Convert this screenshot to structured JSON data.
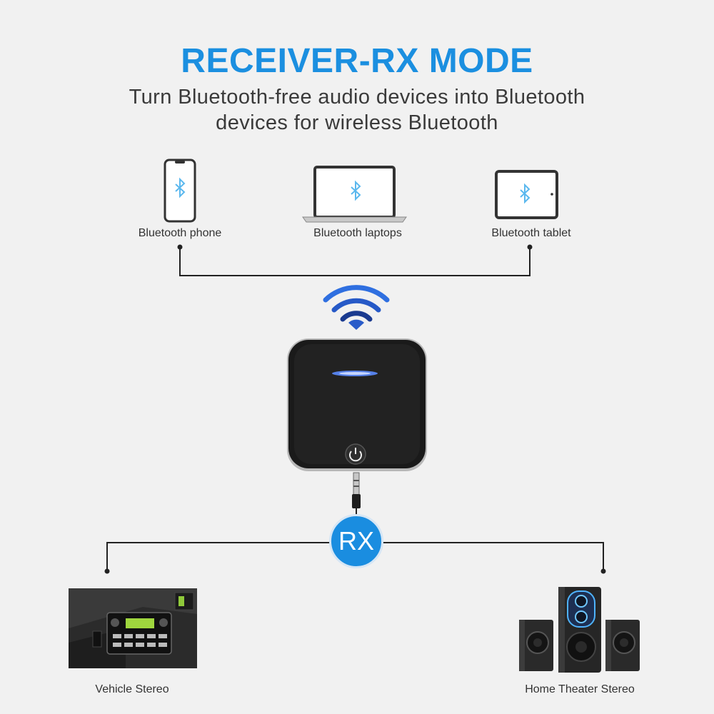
{
  "header": {
    "title": "RECEIVER-RX MODE",
    "subtitle_line1": "Turn Bluetooth-free audio devices into Bluetooth",
    "subtitle_line2": "devices for wireless Bluetooth"
  },
  "sources": [
    {
      "label": "Bluetooth phone",
      "icon": "smartphone-icon"
    },
    {
      "label": "Bluetooth laptops",
      "icon": "laptop-icon"
    },
    {
      "label": "Bluetooth tablet",
      "icon": "tablet-icon"
    }
  ],
  "device": {
    "badge": "RX",
    "icons": [
      "wifi-signal-icon",
      "power-button-icon",
      "audio-jack-icon"
    ]
  },
  "outputs": [
    {
      "label": "Vehicle Stereo"
    },
    {
      "label": "Home Theater Stereo"
    }
  ],
  "colors": {
    "title": "#1b8fe0",
    "bluetooth": "#5bb8ee",
    "badge": "#1a8de0",
    "led": "#5c8cff",
    "wifi_light": "#2f6fe0",
    "wifi_dark": "#1a3a8f"
  }
}
